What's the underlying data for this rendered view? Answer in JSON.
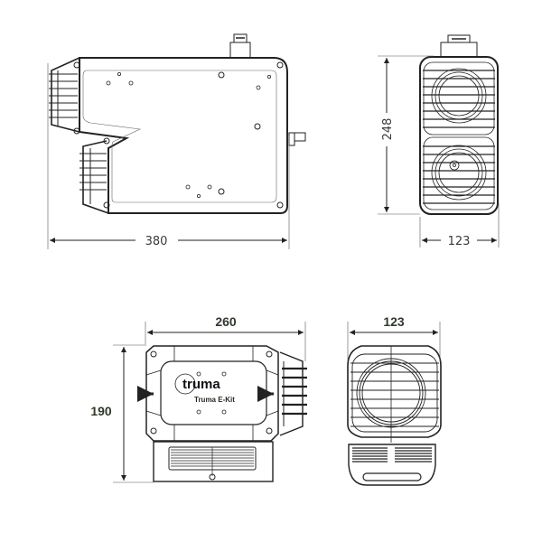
{
  "drawing": {
    "top_left_view": {
      "width_dimension": "380"
    },
    "top_right_view": {
      "height_dimension": "248",
      "width_dimension": "123"
    },
    "bottom_left_view": {
      "width_dimension": "260",
      "height_dimension": "190",
      "brand_logo": "truma",
      "model_label": "Truma E-Kit"
    },
    "bottom_right_view": {
      "width_dimension": "123"
    }
  },
  "colors": {
    "line": "#222222",
    "dimension_text_top": "#3a3a3a",
    "dimension_text_bottom": "#2f3a2a"
  }
}
